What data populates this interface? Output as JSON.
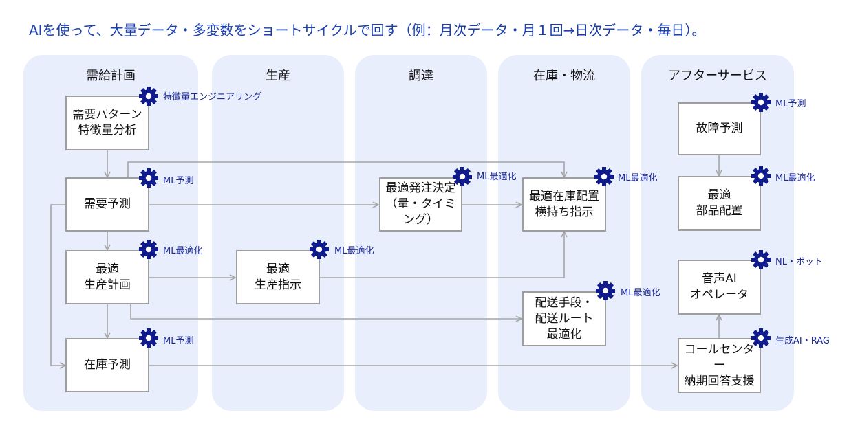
{
  "headline": "AIを使って、大量データ・多変数をショートサイクルで回す（例：月次データ・月１回→日次データ・毎日）。",
  "colors": {
    "headline": "#1a3fb0",
    "lane": "#e9eefc",
    "gear": "#0f1a8c",
    "tag": "#1c2a9a",
    "connector": "#a6a6a6"
  },
  "lanes": {
    "demand": "需給計画",
    "production": "生産",
    "procurement": "調達",
    "inventory": "在庫・物流",
    "aftersales": "アフターサービス"
  },
  "boxes": {
    "pattern": "需要パターン\n特徴量分析",
    "forecast": "需要予測",
    "plan": "最適\n生産計画",
    "stock_forecast": "在庫予測",
    "instruction": "最適\n生産指示",
    "order": "最適発注決定\n（量・タイミング）",
    "allocation": "最適在庫配置\n横持ち指示",
    "delivery": "配送手段・\n配送ルート\n最適化",
    "failure": "故障予測",
    "parts": "最適\n部品配置",
    "voice": "音声AI\nオペレータ",
    "callcenter": "コールセンター\n納期回答支援"
  },
  "tags": {
    "pattern": "特徴量エンジニアリング",
    "forecast": "ML予測",
    "plan": "ML最適化",
    "stock_forecast": "ML予測",
    "instruction": "ML最適化",
    "order": "ML最適化",
    "allocation": "ML最適化",
    "delivery": "ML最適化",
    "failure": "ML予測",
    "parts": "ML最適化",
    "voice": "NL・ボット",
    "callcenter": "生成AI・RAG"
  },
  "icons": {
    "gear": "gear-icon",
    "arrowhead": "arrowhead"
  }
}
